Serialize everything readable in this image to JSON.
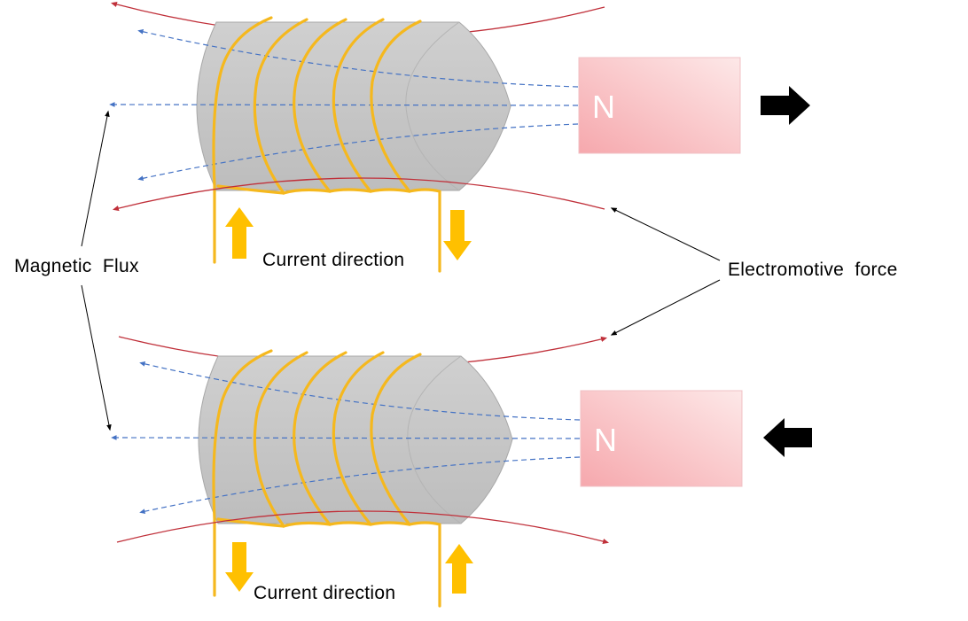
{
  "labels": {
    "magnetic_flux": "Magnetic  Flux",
    "electromotive_force": "Electromotive  force",
    "current_direction_top": "Current  direction",
    "current_direction_bottom": "Current  direction"
  },
  "magnets": {
    "top": "N",
    "bottom": "N"
  },
  "icons": {
    "magnet_motion_top": "right-arrow-icon",
    "magnet_motion_bottom": "left-arrow-icon",
    "current_up": "up-arrow-icon",
    "current_down": "down-arrow-icon"
  },
  "colors": {
    "coil_body": "#c9c9c9",
    "coil_edge": "#a8a8a8",
    "winding": "#f5b81e",
    "flux_line": "#4472c4",
    "emf_line": "#c0303a",
    "magnet_fill_light": "#fde8e8",
    "magnet_fill_dark": "#f6a8ad",
    "current_arrow": "#ffc000",
    "motion_arrow": "#000000"
  }
}
